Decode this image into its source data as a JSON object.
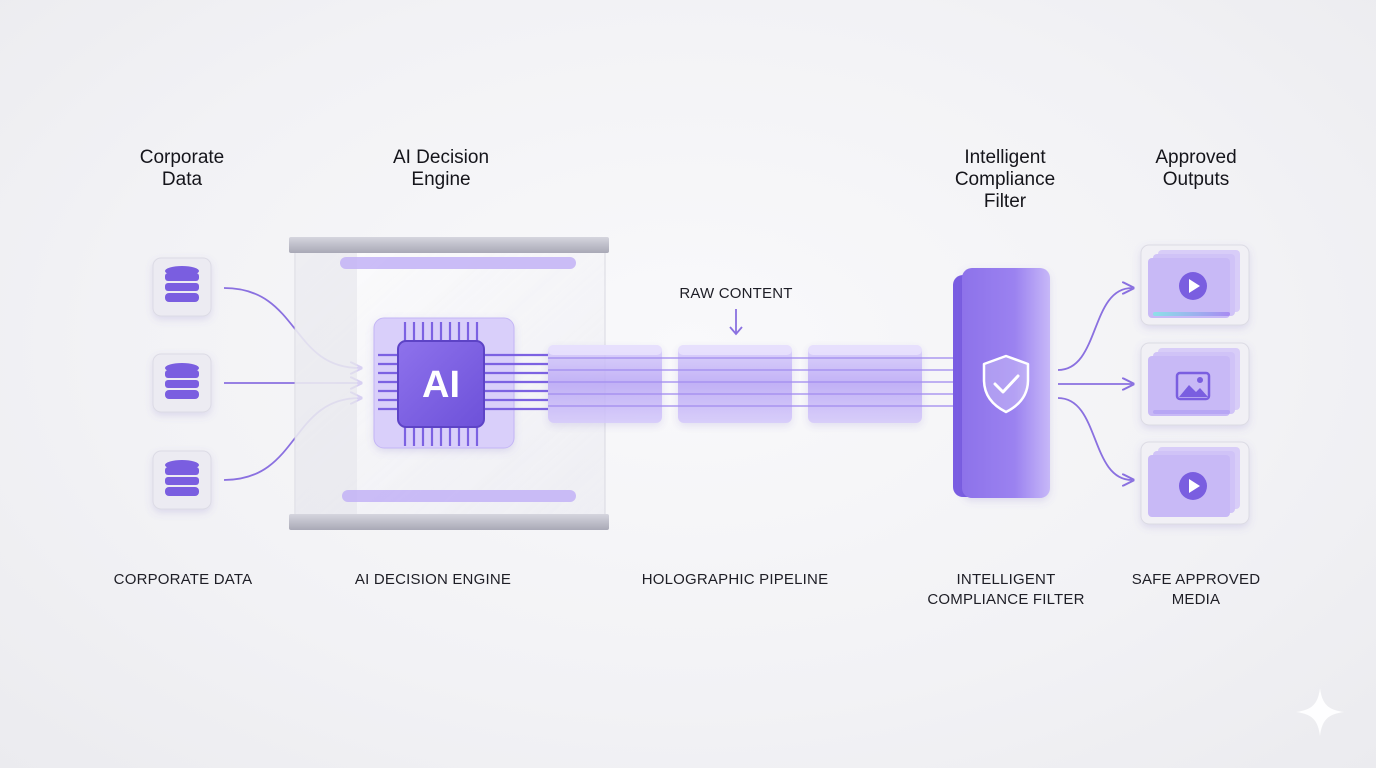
{
  "columns": [
    {
      "id": "corporate-data",
      "title": "Corporate\nData",
      "caption": "CORPORATE DATA"
    },
    {
      "id": "ai-engine",
      "title": "AI Decision\nEngine",
      "caption": "AI DECISION ENGINE"
    },
    {
      "id": "pipeline",
      "title": "",
      "caption": "HOLOGRAPHIC PIPELINE"
    },
    {
      "id": "compliance-filter",
      "title": "Intelligent\nCompliance\nFilter",
      "caption": "INTELLIGENT\nCOMPLIANCE FILTER"
    },
    {
      "id": "approved-outputs",
      "title": "Approved\nOutputs",
      "caption": "SAFE APPROVED MEDIA"
    }
  ],
  "chip_label": "AI",
  "raw_content_label": "RAW CONTENT",
  "icons": {
    "database": "database-icon",
    "chip": "ai-chip-icon",
    "shield": "shield-check-icon",
    "play": "play-icon",
    "image": "image-icon",
    "sparkle": "sparkle-icon"
  },
  "colors": {
    "accent": "#7b5fe0",
    "accent_light": "#cbbdf7",
    "accent_soft": "#e4dcfb",
    "line": "#8a70e0"
  }
}
